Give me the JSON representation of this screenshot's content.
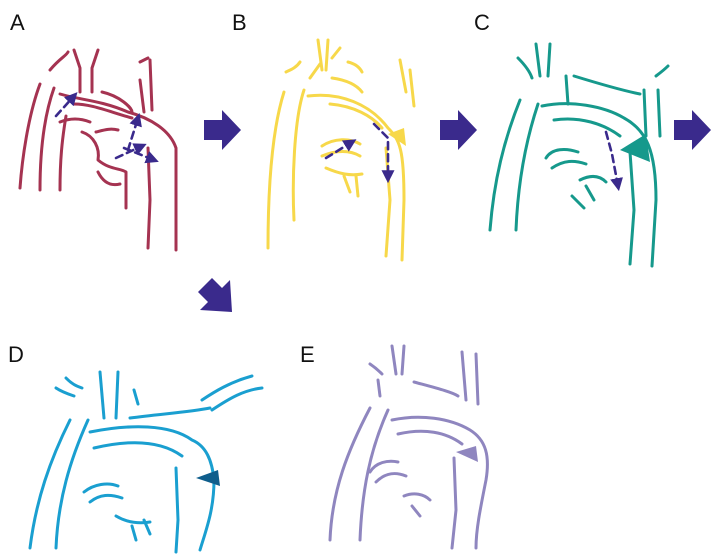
{
  "figure": {
    "arrow_color": "#3a2a8c",
    "panels": [
      {
        "id": "A",
        "label": "A",
        "vessel_color": "#a53351"
      },
      {
        "id": "B",
        "label": "B",
        "vessel_color": "#f7d84a"
      },
      {
        "id": "C",
        "label": "C",
        "vessel_color": "#16998c"
      },
      {
        "id": "D",
        "label": "D",
        "vessel_color": "#1a9fd0"
      },
      {
        "id": "E",
        "label": "E",
        "vessel_color": "#8f86bf"
      }
    ],
    "progression_arrows": [
      {
        "from": "A",
        "to": "B",
        "icon": "right-arrow-icon"
      },
      {
        "from": "B",
        "to": "C",
        "icon": "right-arrow-icon"
      },
      {
        "from": "C",
        "to": "D",
        "icon": "right-arrow-icon"
      },
      {
        "from": "C",
        "to": "D",
        "icon": "down-right-arrow-icon"
      }
    ]
  }
}
